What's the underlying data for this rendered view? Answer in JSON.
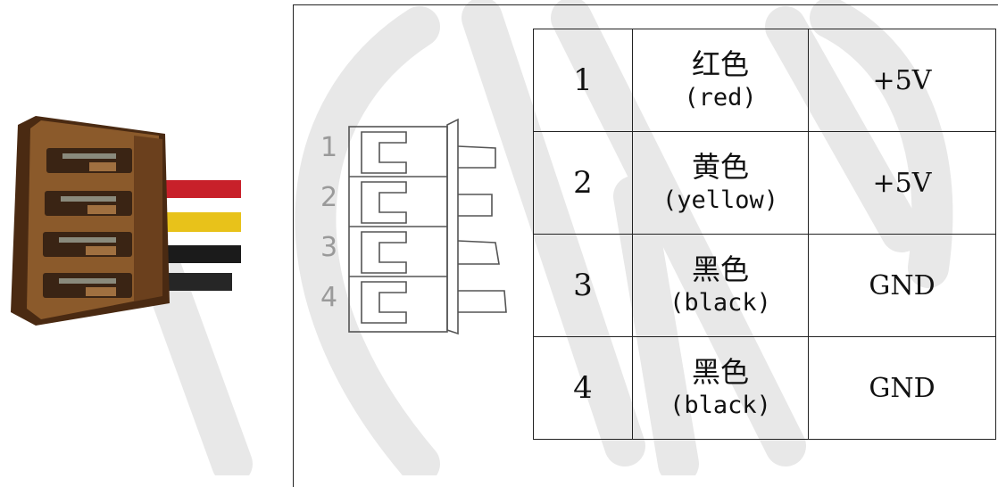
{
  "connector": {
    "pins": [
      {
        "number": "1",
        "color_cn": "红色",
        "color_en": "(red)",
        "voltage": "+5V",
        "wire_hex": "#c8202a"
      },
      {
        "number": "2",
        "color_cn": "黄色",
        "color_en": "(yellow)",
        "voltage": "+5V",
        "wire_hex": "#e8c21a"
      },
      {
        "number": "3",
        "color_cn": "黑色",
        "color_en": "(black)",
        "voltage": "GND",
        "wire_hex": "#1b1b1b"
      },
      {
        "number": "4",
        "color_cn": "黑色",
        "color_en": "(black)",
        "voltage": "GND",
        "wire_hex": "#1b1b1b"
      }
    ]
  },
  "colors": {
    "housing_brown": "#8b5a2b",
    "housing_dark": "#4a2a12",
    "metal": "#7a7a70",
    "watermark": "#e6e6e6"
  }
}
